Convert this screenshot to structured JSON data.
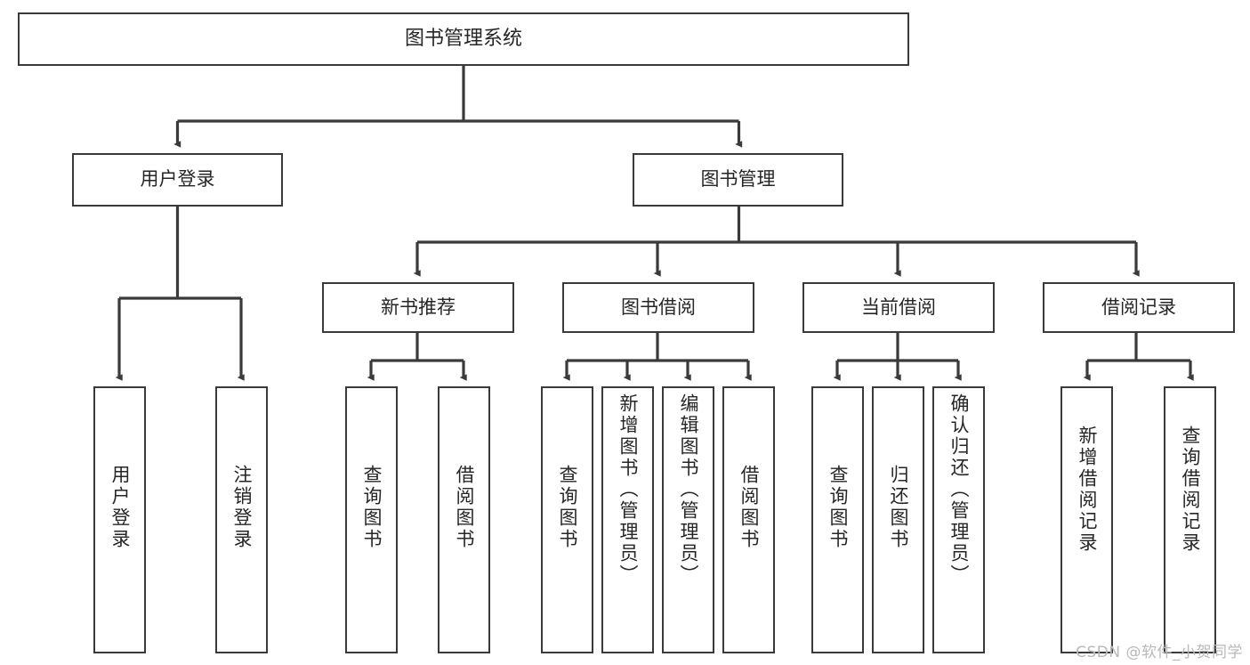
{
  "diagram": {
    "title": "图书管理系统",
    "type": "tree-hierarchy-chart",
    "watermark": "CSDN @软件_小贺同学",
    "colors": {
      "background": "#ffffff",
      "box_border": "#3a3a3a",
      "box_fill": "#ffffff",
      "text": "#262626",
      "edge": "#3a3a3a",
      "watermark": "#b9b9b9"
    },
    "levels": {
      "root": {
        "label": "图书管理系统"
      },
      "level2": [
        {
          "id": "user-login",
          "label": "用户登录"
        },
        {
          "id": "book-management",
          "label": "图书管理"
        }
      ],
      "level3": [
        {
          "id": "new-book-recommend",
          "label": "新书推荐",
          "parent": "book-management"
        },
        {
          "id": "book-borrow",
          "label": "图书借阅",
          "parent": "book-management"
        },
        {
          "id": "current-borrow",
          "label": "当前借阅",
          "parent": "book-management"
        },
        {
          "id": "borrow-record",
          "label": "借阅记录",
          "parent": "book-management"
        }
      ],
      "leaves": [
        {
          "id": "leaf-user-login",
          "label": "用户登录",
          "parent": "user-login"
        },
        {
          "id": "leaf-logout-login",
          "label": "注销登录",
          "parent": "user-login"
        },
        {
          "id": "leaf-query-book-1",
          "label": "查询图书",
          "parent": "new-book-recommend"
        },
        {
          "id": "leaf-borrow-book-1",
          "label": "借阅图书",
          "parent": "new-book-recommend"
        },
        {
          "id": "leaf-query-book-2",
          "label": "查询图书",
          "parent": "book-borrow"
        },
        {
          "id": "leaf-add-book",
          "label": "新增图书（管理员）",
          "parent": "book-borrow"
        },
        {
          "id": "leaf-edit-book",
          "label": "编辑图书（管理员）",
          "parent": "book-borrow"
        },
        {
          "id": "leaf-borrow-book-2",
          "label": "借阅图书",
          "parent": "book-borrow"
        },
        {
          "id": "leaf-query-book-3",
          "label": "查询图书",
          "parent": "current-borrow"
        },
        {
          "id": "leaf-return-book",
          "label": "归还图书",
          "parent": "current-borrow"
        },
        {
          "id": "leaf-confirm-return",
          "label": "确认归还（管理员）",
          "parent": "current-borrow"
        },
        {
          "id": "leaf-add-record",
          "label": "新增借阅记录",
          "parent": "borrow-record"
        },
        {
          "id": "leaf-query-record",
          "label": "查询借阅记录",
          "parent": "borrow-record"
        }
      ]
    }
  }
}
